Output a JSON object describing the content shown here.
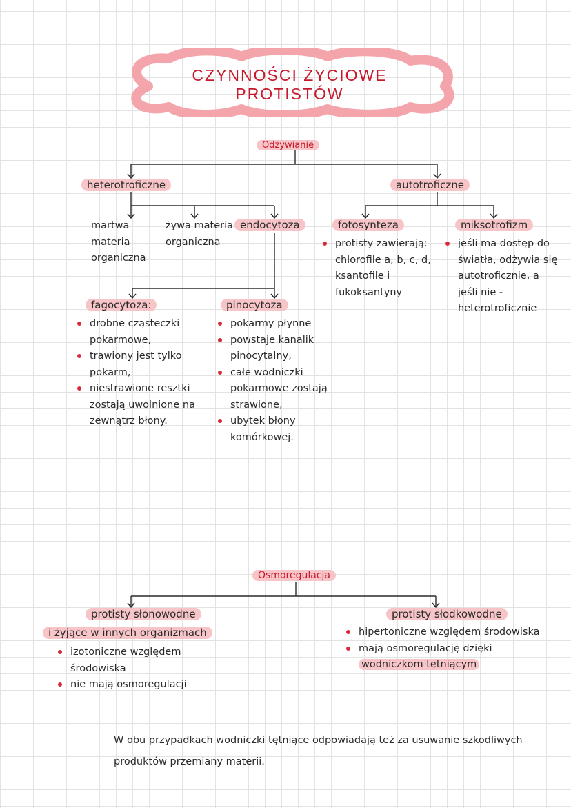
{
  "title": "CZYNNOŚCI ŻYCIOWE PROTISTÓW",
  "nutrition": {
    "label": "Odżywianie",
    "heterotrophic": {
      "label": "heterotroficzne",
      "dead": "martwa materia organiczna",
      "alive": "żywa materia organiczna",
      "endocytosis": "endocytoza",
      "phagocytosis": {
        "label": "fagocytoza:",
        "items": [
          "drobne cząsteczki pokarmowe,",
          "trawiony jest tylko pokarm,",
          "niestrawione resztki zostają uwolnione na zewnątrz błony."
        ]
      },
      "pinocytosis": {
        "label": "pinocytoza",
        "items": [
          "pokarmy płynne",
          "powstaje kanalik pinocytalny,",
          "całe wodniczki pokarmowe zostają strawione,",
          "ubytek błony komórkowej."
        ]
      }
    },
    "autotrophic": {
      "label": "autotroficzne",
      "photosynthesis": {
        "label": "fotosynteza",
        "text": "protisty zawierają: chlorofile a, b, c, d, ksantofile i fukoksantyny"
      },
      "mixotrophy": {
        "label": "miksotrofizm",
        "text": "jeśli ma dostęp do światła, odżywia się autotroficznie, a jeśli nie - heterotroficznie"
      }
    }
  },
  "osmoregulation": {
    "label": "Osmoregulacja",
    "saltwater": {
      "label": "protisty słonowodne",
      "sublabel": "i żyjące w innych organizmach",
      "items": [
        "izotoniczne względem środowiska",
        "nie mają osmoregulacji"
      ]
    },
    "freshwater": {
      "label": "protisty słodkowodne",
      "item1": "hipertoniczne względem środowiska",
      "item2_prefix": "mają osmoregulację dzięki",
      "item2_highlight": "wodniczkom tętniącym"
    }
  },
  "note": "W obu przypadkach wodniczki tętniące odpowiadają też za usuwanie szkodliwych produktów przemiany materii."
}
